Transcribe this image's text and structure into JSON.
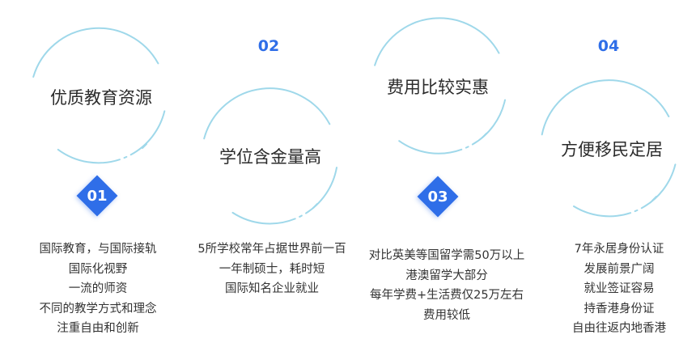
{
  "cards": [
    {
      "number": "01",
      "title": "优质教育资源",
      "lines": [
        "国际教育，与国际接轨",
        "国际化视野",
        "一流的师资",
        "不同的教学方式和理念",
        "注重自由和创新"
      ]
    },
    {
      "number": "02",
      "title": "学位含金量高",
      "lines": [
        "5所学校常年占据世界前一百",
        "一年制硕士，耗时短",
        "国际知名企业就业"
      ]
    },
    {
      "number": "03",
      "title": "费用比较实惠",
      "lines": [
        "对比英美等国留学需50万以上",
        "港澳留学大部分",
        "每年学费+生活费仅25万左右",
        "费用较低"
      ]
    },
    {
      "number": "04",
      "title": "方便移民定居",
      "lines": [
        "7年永居身份认证",
        "发展前景广阔",
        "就业签证容易",
        "持香港身份证",
        "自由往返内地香港"
      ]
    }
  ],
  "colors": {
    "accent": "#2f6ee8",
    "ring": "#9fd8ea",
    "text": "#333333"
  }
}
